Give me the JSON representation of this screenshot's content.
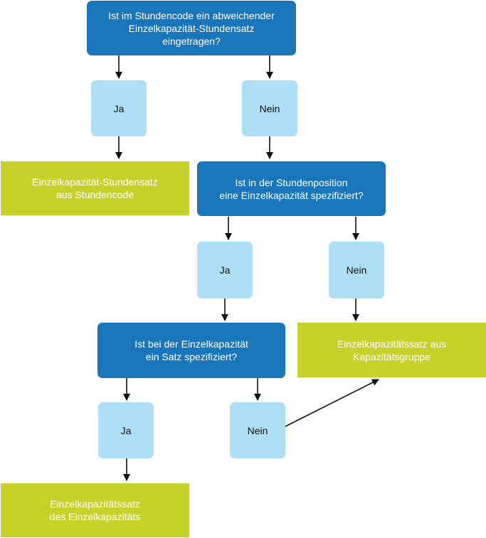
{
  "colors": {
    "question_fill": "#1a76bb",
    "answer_fill": "#addff5",
    "result_fill": "#c6d22a",
    "arrow": "#111111"
  },
  "nodes": {
    "q1": "Ist im Stundencode ein abweichender\nEinzelkapazität-Stundensatz\neingetragen?",
    "a1_yes": "Ja",
    "a1_no": "Nein",
    "r1": "Einzelkapazität-Stundensatz\naus Stundencode",
    "q2": "Ist in der Stundenposition\neine Einzelkapazität spezifiziert?",
    "a2_yes": "Ja",
    "a2_no": "Nein",
    "r2": "Einzelkapazitätssatz aus\nKapazitätsgruppe",
    "q3": "Ist bei der Einzelkapazität\nein Satz spezifiziert?",
    "a3_yes": "Ja",
    "a3_no": "Nein",
    "r3": "Einzelkapazitätssatz\ndes Einzelkapazitäts"
  }
}
